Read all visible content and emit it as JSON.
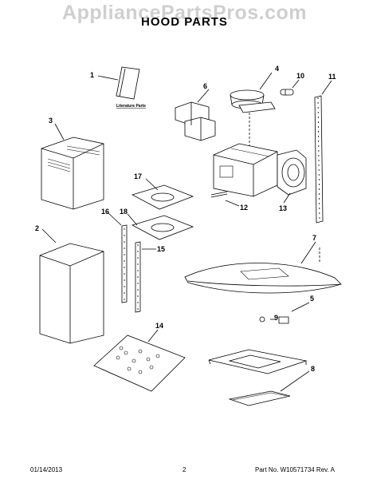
{
  "watermark": "AppliancePartsPros.com",
  "title": "HOOD PARTS",
  "literature_label": "Literature Parts",
  "callouts": [
    "1",
    "2",
    "3",
    "4",
    "5",
    "6",
    "7",
    "8",
    "9",
    "10",
    "11",
    "12",
    "13",
    "14",
    "15",
    "16",
    "17",
    "18"
  ],
  "footer": {
    "date": "01/14/2013",
    "page": "2",
    "part_number": "Part No. W10571734  Rev. A"
  }
}
